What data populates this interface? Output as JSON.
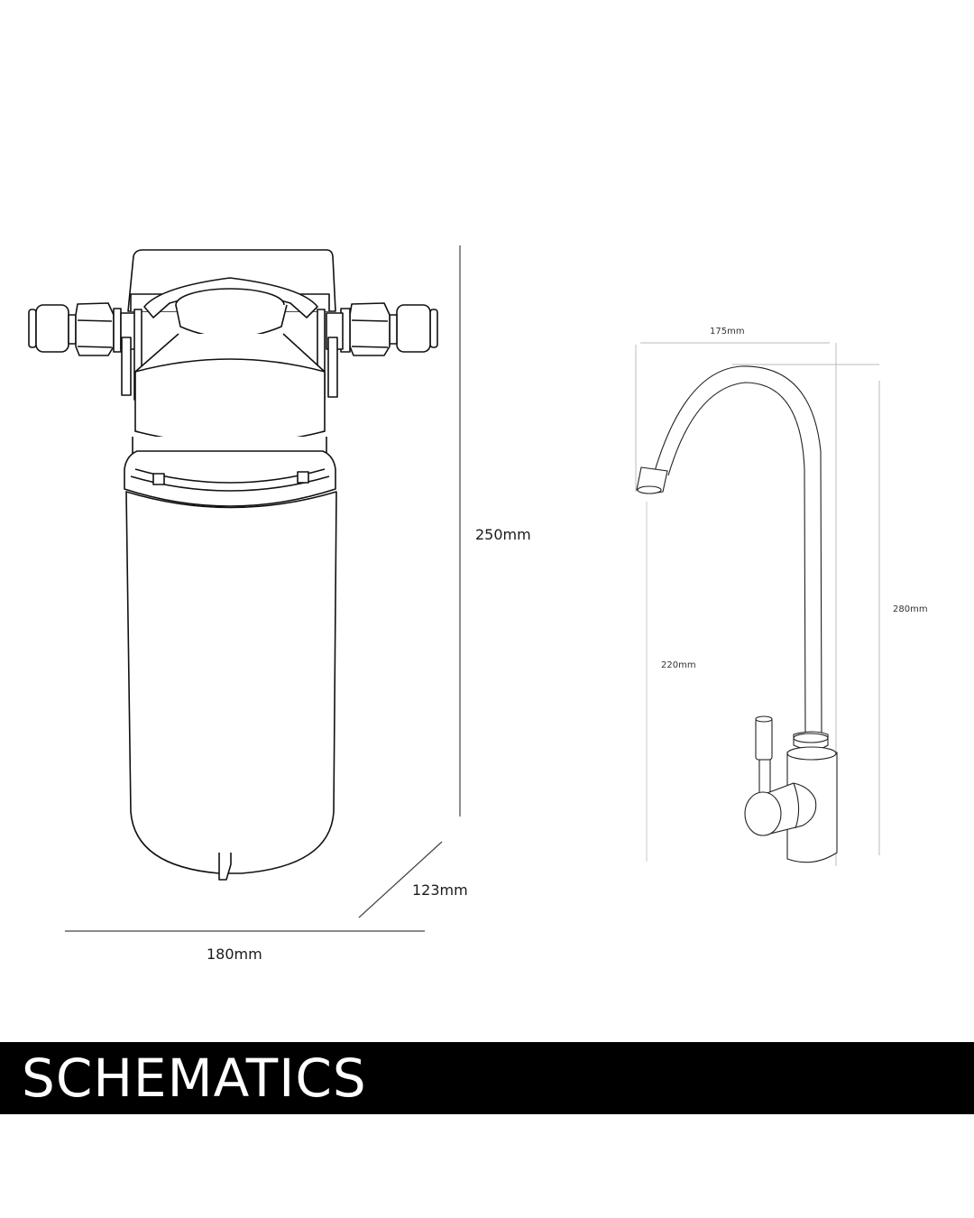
{
  "banner": {
    "title": "SCHEMATICS",
    "background": "#000000",
    "color": "#ffffff"
  },
  "filter": {
    "name": "water-filter",
    "dimensions": {
      "height": "250mm",
      "depth": "123mm",
      "width": "180mm"
    }
  },
  "faucet": {
    "name": "drinking-water-faucet",
    "dimensions": {
      "reach": "175mm",
      "total_height": "280mm",
      "spout_height": "220mm"
    }
  }
}
